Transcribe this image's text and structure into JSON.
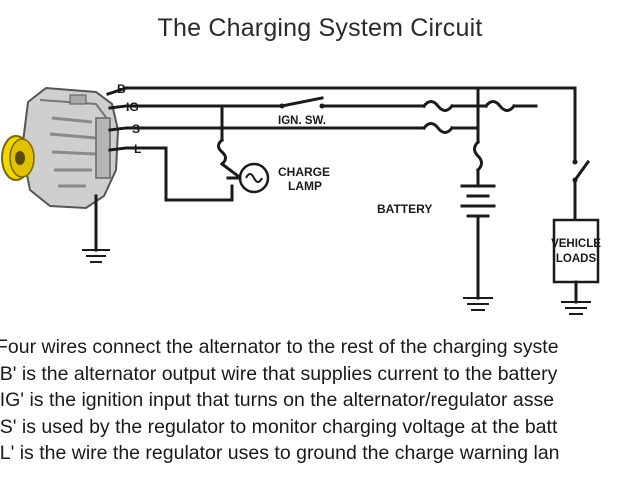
{
  "title": "The Charging System Circuit",
  "terminals": {
    "b": "B",
    "ig": "IG",
    "s": "S",
    "l": "L"
  },
  "labels": {
    "ign_switch": "IGN. SW.",
    "charge_lamp_line1": "CHARGE",
    "charge_lamp_line2": "LAMP",
    "battery": "BATTERY",
    "vehicle_loads_line1": "VEHICLE",
    "vehicle_loads_line2": "LOADS"
  },
  "description": [
    "Four wires connect the alternator to the rest of the charging syste",
    "'B' is the alternator output wire that supplies current to the battery",
    "'IG' is the ignition input that turns on the alternator/regulator asse",
    "'S' is used by the regulator to monitor charging voltage at the batt",
    "'L' is the wire the regulator uses to ground the charge warning lan"
  ],
  "colors": {
    "pulley": "#f2d600",
    "alternator_body": "#c8c8c8",
    "wire": "#1a1a1a"
  }
}
